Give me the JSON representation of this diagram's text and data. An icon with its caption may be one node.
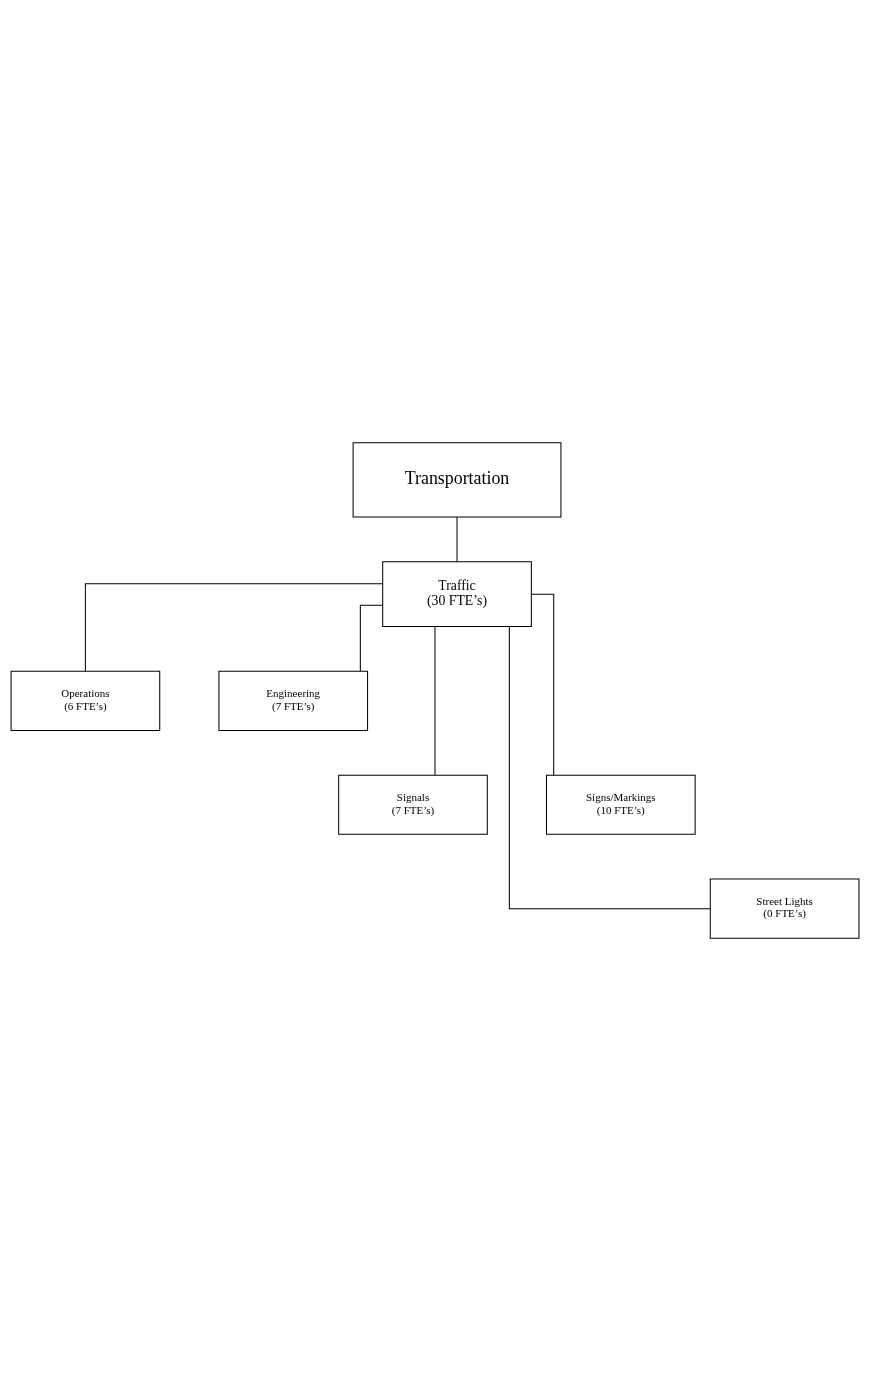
{
  "diagram": {
    "nodes": [
      {
        "text": [
          "Transportation"
        ]
      },
      {
        "text": [
          "Traffic",
          "(30 FTE’s)"
        ]
      },
      {
        "text": [
          "Operations",
          "(6 FTE’s)"
        ]
      },
      {
        "text": [
          "Engineering",
          "(7 FTE’s)"
        ]
      },
      {
        "text": [
          "Signals",
          "(7 FTE’s)"
        ]
      },
      {
        "text": [
          "Signs/Markings",
          "(10 FTE’s)"
        ]
      },
      {
        "text": [
          "Street Lights",
          "(0 FTE’s)"
        ]
      }
    ],
    "edges": [
      {
        "from": 0,
        "to": 1,
        "arrow": "none"
      },
      {
        "from": 1,
        "to": 2,
        "arrow": "none"
      },
      {
        "from": 1,
        "to": 3,
        "arrow": "none"
      },
      {
        "from": 1,
        "to": 4,
        "arrow": "none"
      },
      {
        "from": 1,
        "to": 5,
        "arrow": "none"
      },
      {
        "from": 1,
        "to": 6,
        "arrow": "none"
      }
    ]
  }
}
